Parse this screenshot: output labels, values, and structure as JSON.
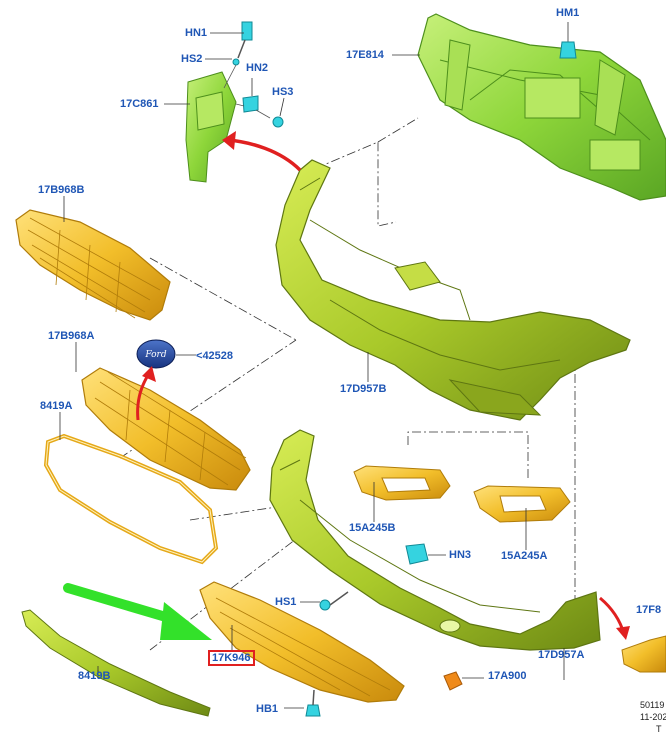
{
  "colors": {
    "label": "#1f56b5",
    "green_part": "#8ed63a",
    "green_dark": "#4d8f1c",
    "olive_part": "#a9c92a",
    "olive_dark": "#5e7612",
    "yellow_part": "#f2be2a",
    "yellow_dark": "#b07c0a",
    "cyan_part": "#35d3e0",
    "highlight_box": "#e02020",
    "arrow_red": "#e02020",
    "arrow_green": "#33e12a"
  },
  "labels": {
    "hn1": "HN1",
    "hs2": "HS2",
    "hn2": "HN2",
    "hs3": "HS3",
    "p17c861": "17C861",
    "hm1": "HM1",
    "p17e814": "17E814",
    "p17b968b": "17B968B",
    "p17b968a": "17B968A",
    "p42528": "42528",
    "p8419a": "8419A",
    "p17d957b": "17D957B",
    "p15a245b": "15A245B",
    "p15a245a": "15A245A",
    "hn3": "HN3",
    "hs1": "HS1",
    "p17k946": "17K946",
    "p17d957a": "17D957A",
    "p8419b": "8419B",
    "hb1": "HB1",
    "p17a900": "17A900",
    "p17f8_partial": "17F8",
    "ref_line1": "50119",
    "ref_line2": "11-202",
    "ref_line3": "T"
  },
  "emblem_text": "Ford"
}
